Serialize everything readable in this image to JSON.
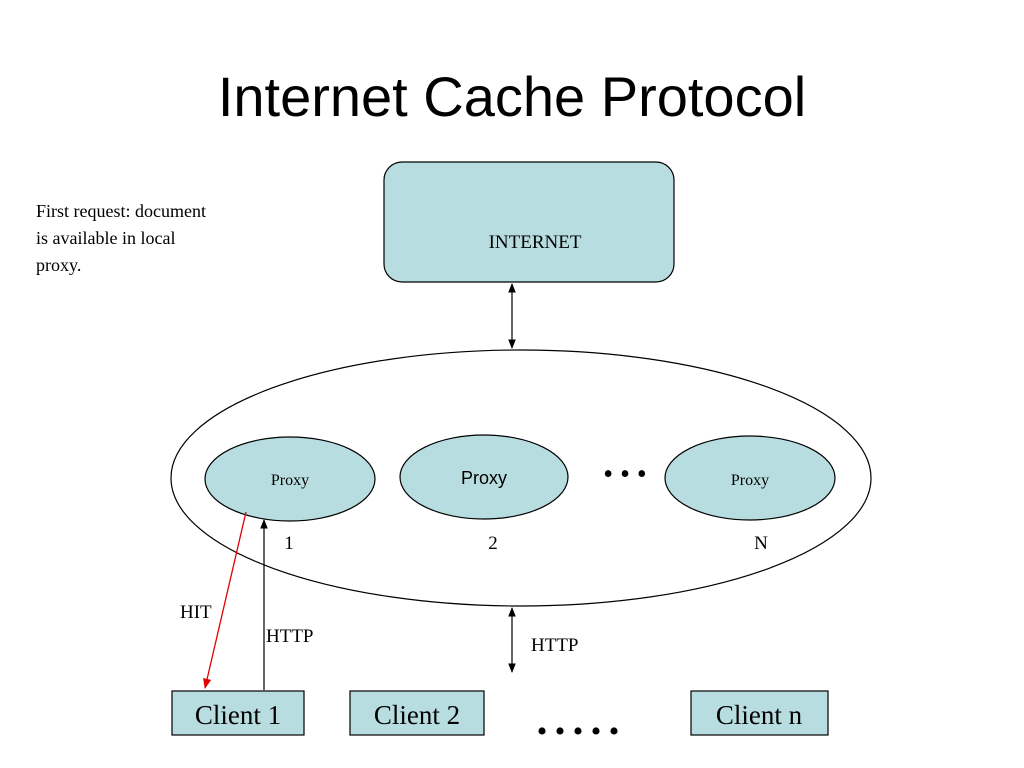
{
  "title": "Internet Cache Protocol",
  "note": "First request: document is available in local proxy.",
  "internet": {
    "label": "INTERNET"
  },
  "proxies": [
    {
      "label": "Proxy",
      "number": "1"
    },
    {
      "label": "Proxy",
      "number": "2"
    },
    {
      "label": "Proxy",
      "number": "N"
    }
  ],
  "proxy_ellipsis": "• • •",
  "clients": [
    {
      "label": "Client 1"
    },
    {
      "label": "Client 2"
    },
    {
      "label": "Client n"
    }
  ],
  "client_ellipsis": "• • • • •",
  "links": {
    "hit": "HIT",
    "http_client1": "HTTP",
    "http_group": "HTTP"
  },
  "colors": {
    "box_fill": "#b8dde0",
    "hit_arrow": "#e00000",
    "stroke": "#000000"
  }
}
